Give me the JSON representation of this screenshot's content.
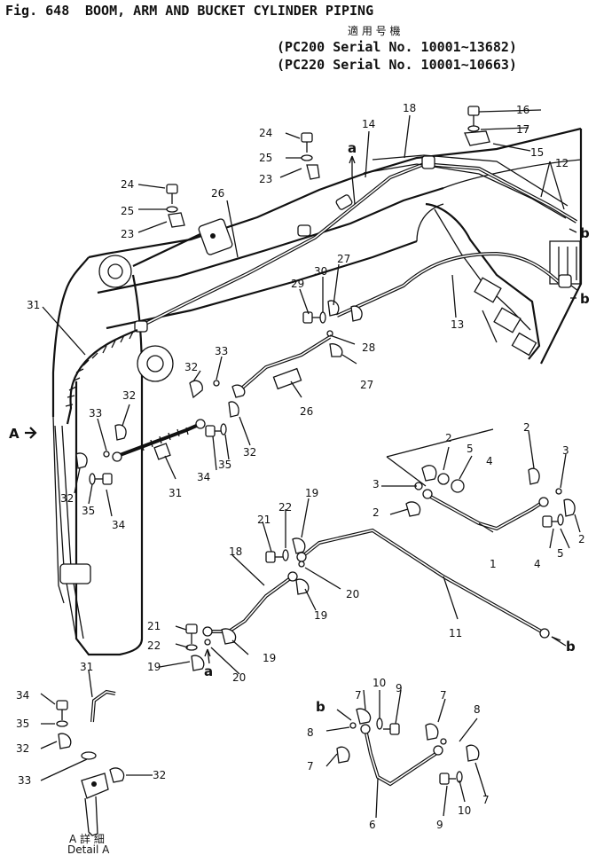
{
  "header": {
    "fig_number": "Fig. 648",
    "title": "BOOM, ARM AND BUCKET CYLINDER PIPING",
    "applicability_jp": "適 用 号 機",
    "serial_lines": [
      "(PC200 Serial No. 10001~13682)",
      "(PC220 Serial No. 10001~10663)"
    ]
  },
  "callouts": {
    "c1": "1",
    "c2a": "2",
    "c2b": "2",
    "c2c": "2",
    "c2d": "2",
    "c3a": "3",
    "c3b": "3",
    "c4a": "4",
    "c4b": "4",
    "c5a": "5",
    "c5b": "5",
    "c6": "6",
    "c7a": "7",
    "c7b": "7",
    "c7c": "7",
    "c7d": "7",
    "c8a": "8",
    "c8b": "8",
    "c9a": "9",
    "c9b": "9",
    "c10a": "10",
    "c10b": "10",
    "c11": "11",
    "c12": "12",
    "c13": "13",
    "c14": "14",
    "c15": "15",
    "c16": "16",
    "c17": "17",
    "c18a": "18",
    "c18b": "18",
    "c19a": "19",
    "c19b": "19",
    "c19c": "19",
    "c19d": "19",
    "c20a": "20",
    "c20b": "20",
    "c21a": "21",
    "c21b": "21",
    "c22a": "22",
    "c22b": "22",
    "c23a": "23",
    "c23b": "23",
    "c24a": "24",
    "c24b": "24",
    "c25a": "25",
    "c25b": "25",
    "c26a": "26",
    "c26b": "26",
    "c27a": "27",
    "c27b": "27",
    "c28": "28",
    "c29": "29",
    "c30": "30",
    "c31a": "31",
    "c31b": "31",
    "c31c": "31",
    "c32a": "32",
    "c32b": "32",
    "c32c": "32",
    "c32d": "32",
    "c32e": "32",
    "c32f": "32",
    "c33a": "33",
    "c33b": "33",
    "c33c": "33",
    "c34a": "34",
    "c34b": "34",
    "c34c": "34",
    "c35a": "35",
    "c35b": "35",
    "c35c": "35"
  },
  "refs": {
    "a_top": "a",
    "a_bottom": "a",
    "A_view": "A",
    "b1": "b",
    "b2": "b",
    "b3": "b",
    "b4": "b"
  },
  "detail": {
    "jp": "A 詳 細",
    "en": "Detail A"
  },
  "colors": {
    "ink": "#111111",
    "paper": "#ffffff"
  }
}
